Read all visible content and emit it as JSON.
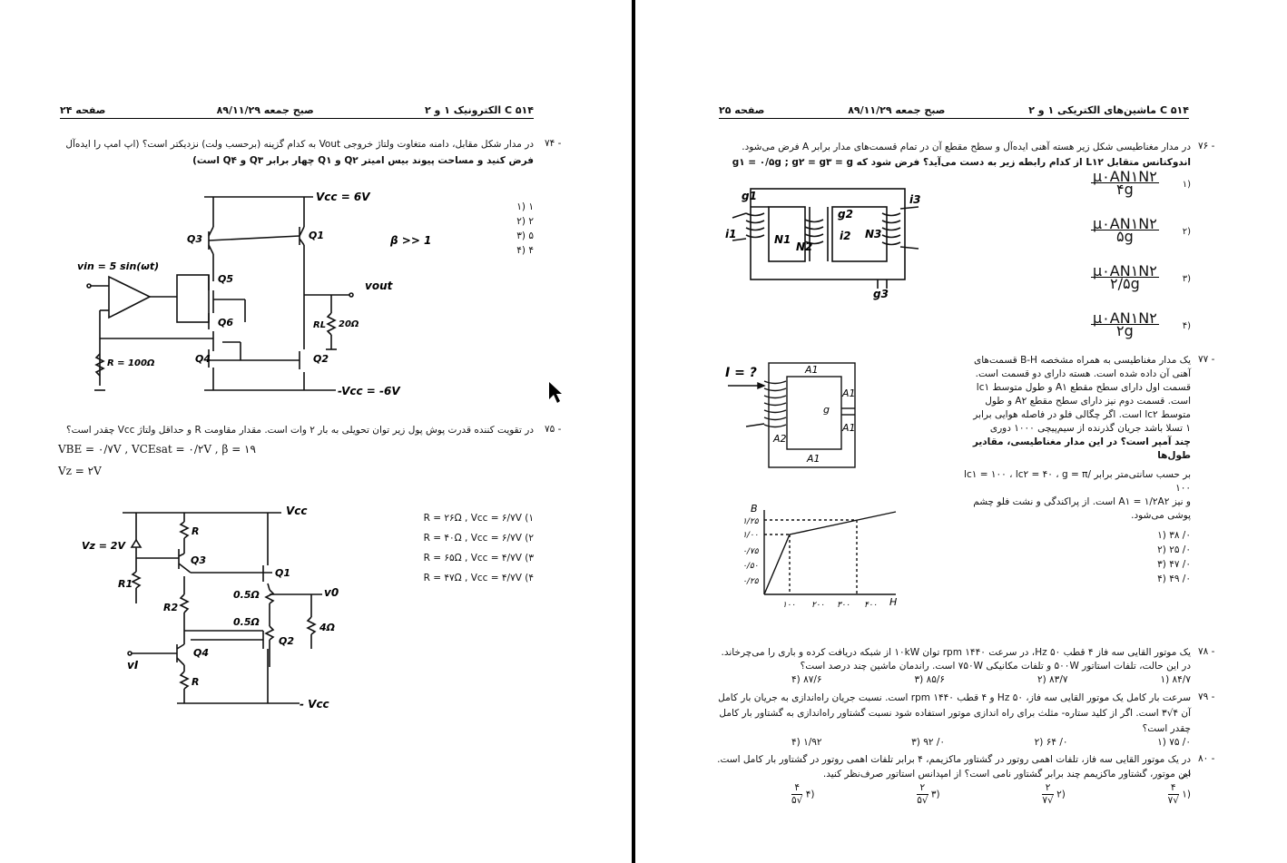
{
  "left_page": {
    "header": {
      "subject": "الکترونیک ۱ و ۲ C ۵۱۴",
      "date": "صبح جمعه ۸۹/۱۱/۲۹",
      "page": "صفحه ۲۴"
    },
    "q74": {
      "number": "۷۴ -",
      "text_line1": "در مدار شکل مقابل، دامنه متغاوت ولتاژ خروجی Vout به کدام گزینه (برحسب ولت) نزدیکتر است؟ (اپ امپ را ایده‌آل",
      "text_line2": "فرض کنید و مساحت پیوند بیس امیتر Q۲ و Q۱ چهار برابر Q۳ و Q۴ است)",
      "options": [
        "۱ (۱",
        "۲ (۲",
        "۵ (۳",
        "۴ (۴"
      ],
      "circuit": {
        "vcc": "Vcc = 6V",
        "vee": "-Vcc = -6V",
        "vin": "vin = 5 sin(ωt)",
        "r": "R = 100Ω",
        "rl": "RL",
        "rl_val": "20Ω",
        "vout": "vout",
        "beta": "β >> 1",
        "q1": "Q1",
        "q2": "Q2",
        "q3": "Q3",
        "q4": "Q4",
        "q5": "Q5",
        "q6": "Q6"
      }
    },
    "q75": {
      "number": "۷۵ -",
      "text": "در تقویت کننده قدرت پوش پول زیر توان تحویلی به بار ۲ وات است. مقدار مقاومت R و حداقل ولتاژ Vcc چقدر است؟",
      "given1": "VBE = ۰/۷V ,  VCEsat = ۰/۲V ,  β = ۱۹",
      "given2": "Vz = ۲V",
      "options": [
        "R = ۲۶Ω ,  Vcc = ۶/۷V  (۱",
        "R = ۴۰Ω ,  Vcc = ۶/۷V  (۲",
        "R = ۶۵Ω ,  Vcc = ۴/۷V  (۳",
        "R = ۴۷Ω ,  Vcc = ۴/۷V  (۴"
      ],
      "circuit": {
        "vcc": "Vcc",
        "vee": "- Vcc",
        "vz": "Vz = 2V",
        "r": "R",
        "r1": "R1",
        "r2": "R2",
        "r05a": "0.5Ω",
        "r05b": "0.5Ω",
        "r4": "4Ω",
        "vo": "v0",
        "vi": "vI",
        "q1": "Q1",
        "q2": "Q2",
        "q3": "Q3",
        "q4": "Q4"
      }
    }
  },
  "right_page": {
    "header": {
      "subject": "ماشین‌های الکتریکی ۱ و ۲ C ۵۱۴",
      "date": "صبح جمعه ۸۹/۱۱/۲۹",
      "page": "صفحه ۲۵"
    },
    "q76": {
      "number": "۷۶ -",
      "text_line1": "در مدار مغناطیسی شکل زیر هسته آهنی ایده‌آل و سطح مقطع آن در تمام قسمت‌های مدار برابر A فرض می‌شود.",
      "text_line2": "اندوکتانس متقابل L۱۲ از کدام رابطه زیر به دست می‌آید؟ فرض شود که g۱ = ۰/۵g ; g۲ = g۳ = g",
      "options": [
        {
          "num": "μ۰AN۱N۲",
          "den": "۴g",
          "label": "(۱"
        },
        {
          "num": "μ۰AN۱N۲",
          "den": "۵g",
          "label": "(۲"
        },
        {
          "num": "μ۰AN۱N۲",
          "den": "۲/۵g",
          "label": "(۳"
        },
        {
          "num": "μ۰AN۱N۲",
          "den": "۲g",
          "label": "(۴"
        }
      ],
      "figure": {
        "g1": "g1",
        "g2": "g2",
        "g3": "g3",
        "i1": "i1",
        "i2": "i2",
        "i3": "i3",
        "n1": "N1",
        "n2": "N2",
        "n3": "N3"
      }
    },
    "q77": {
      "number": "۷۷ -",
      "lines": [
        "یک مدار مغناطیسی به همراه مشخصه B-H قسمت‌های",
        "آهنی آن داده شده است. هسته دارای دو قسمت است.",
        "قسمت اول دارای سطح مقطع A۱ و طول متوسط lc۱",
        "است. قسمت دوم نیز دارای سطح مقطع A۲ و طول",
        "متوسط lc۲ است. اگر چگالی فلو در فاصله هوایی برابر",
        "۱ تسلا باشد جریان گذرنده از سیم‌پیچی ۱۰۰۰ دوری",
        "چند آمپر است؟ در این مدار مغناطیسی، مقادیر طول‌ها",
        "بر حسب سانتی‌متر برابر lc۱ = ۱۰۰ ، lc۲ = ۴۰ ، g = π/۱۰۰",
        "و نیز A۱ = ۱/۲A۲ است. از پراکندگی و نشت فلو چشم",
        "پوشی می‌شود."
      ],
      "options": [
        "۰/ ۳۸ (۱",
        "۰/ ۲۵ (۲",
        "۰/ ۴۷ (۳",
        "۰/ ۴۹ (۴"
      ],
      "figure": {
        "current": "I = ?",
        "a1_top": "A1",
        "a1_right": "A1",
        "a1_right2": "A1",
        "a1_bottom": "A1",
        "a2": "A2",
        "g": "g"
      },
      "bh_chart": {
        "ylabel": "B",
        "xlabel": "H",
        "yticks": [
          "۱/۲۵",
          "۱/۰۰",
          "۰/۷۵",
          "۰/۵۰",
          "۰/۲۵"
        ],
        "xticks": [
          "۱۰۰",
          "۲۰۰",
          "۳۰۰",
          "۴۰۰"
        ]
      }
    },
    "q78": {
      "number": "۷۸ -",
      "line1": "یک موتور القایی سه فاز ۴ قطب ۵۰ Hz، در سرعت ۱۴۴۰ rpm توان ۱۰kW از شبکه دریافت کرده و باری را می‌چرخاند.",
      "line2": "در این حالت، تلفات استاتور ۵۰۰W و تلفات مکانیکی ۷۵۰W است. راندمان ماشین چند درصد است؟",
      "options": [
        "۸۴/۷ (۱",
        "۸۳/۷ (۲",
        "۸۵/۶ (۳",
        "۸۷/۶ (۴"
      ]
    },
    "q79": {
      "number": "۷۹ -",
      "line1": "سرعت بار کامل یک موتور القایی سه فاز، ۵۰ Hz و ۴ قطب ۱۴۴۰ rpm است. نسبت جریان راه‌اندازی به جریان بار کامل",
      "line2": "آن ۴√۳ است. اگر از کلید ستاره- مثلث برای راه اندازی موتور استفاده شود نسبت گشتاور راه‌اندازی به گشتاور بار کامل",
      "line3": "چقدر است؟",
      "options": [
        "۰/ ۷۵ (۱",
        "۰/ ۶۴ (۲",
        "۰/ ۹۲ (۳",
        "۱/۹۲ (۴"
      ]
    },
    "q80": {
      "number": "۸۰ -",
      "line1": "در یک موتور القایی سه فاز، تلفات اهمی روتور در گشتاور ماکزیمم، ۴ برابر تلفات اهمی روتور در گشتاور بار کامل است. در",
      "line2": "این موتور، گشتاور ماکزیمم چند برابر گشتاور نامی است؟ از امپدانس استاتور صرف‌نظر کنید.",
      "options": [
        {
          "num": "۴",
          "den": "√۷",
          "label": "(۱"
        },
        {
          "num": "۲",
          "den": "√۷",
          "label": "(۲"
        },
        {
          "num": "۲",
          "den": "√۵",
          "label": "(۳"
        },
        {
          "num": "۴",
          "den": "√۵",
          "label": "(۴"
        }
      ]
    }
  }
}
